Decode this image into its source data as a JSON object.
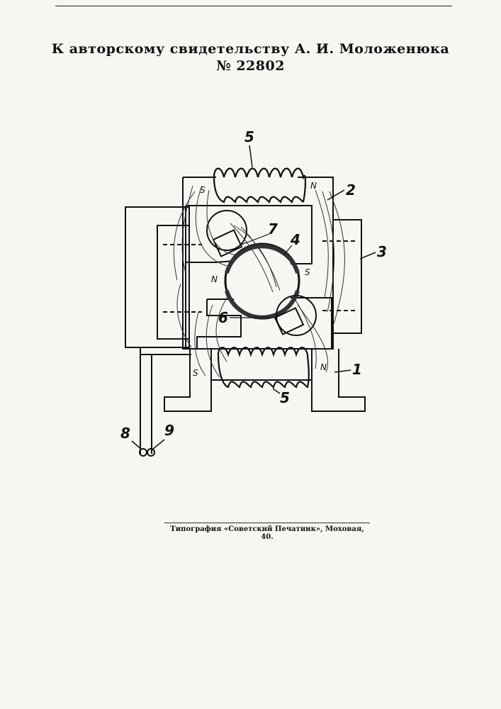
{
  "heading": {
    "line1": "К авторскому свидетельству А. И. Моложенюка",
    "line2": "№ 22802"
  },
  "labels": {
    "l1": "1",
    "l2": "2",
    "l3": "3",
    "l4": "4",
    "l5_top": "5",
    "l5_bottom": "5",
    "l6": "6",
    "l7": "7",
    "l8": "8",
    "l9": "9"
  },
  "poles": {
    "s_top_left": "S",
    "n_top_right": "N",
    "n_mid_left": "N",
    "s_mid_right": "S",
    "s_bottom_left": "S",
    "n_bottom_right": "N"
  },
  "footer": "Типография «Советский Печатник», Моховая, 40."
}
